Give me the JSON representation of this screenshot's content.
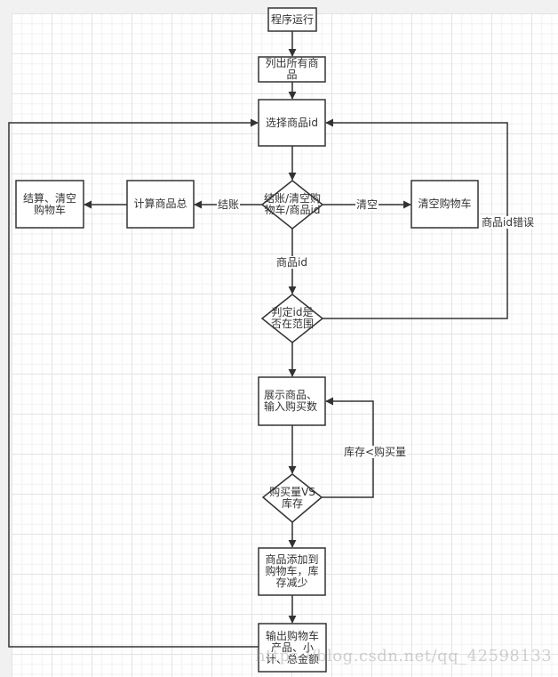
{
  "diagram": {
    "type": "flowchart",
    "nodes": {
      "start": {
        "label": "程序运行",
        "shape": "rect"
      },
      "list_products": {
        "label": "列出所有商品",
        "shape": "rect"
      },
      "select_id": {
        "label": "选择商品id",
        "shape": "rect"
      },
      "decision_action": {
        "label": "结账/清空购物车/商品id",
        "shape": "diamond"
      },
      "calc_total": {
        "label": "计算商品总",
        "shape": "rect"
      },
      "checkout_clear": {
        "label": "结算、清空购物车",
        "shape": "rect"
      },
      "clear_cart": {
        "label": "清空购物车",
        "shape": "rect"
      },
      "decision_range": {
        "label": "判定id是否在范围",
        "shape": "diamond"
      },
      "show_product": {
        "label": "展示商品、输入购买数",
        "shape": "rect"
      },
      "decision_stock": {
        "label": "购买量VS库存",
        "shape": "diamond"
      },
      "add_to_cart": {
        "label": "商品添加到购物车，库存减少",
        "shape": "rect"
      },
      "output_cart": {
        "label": "输出购物车产品、小计、总金额",
        "shape": "rect"
      }
    },
    "edge_labels": {
      "checkout": "结账",
      "clear": "清空",
      "product_id": "商品id",
      "id_error": "商品id错误",
      "stock_less": "库存<购买量"
    },
    "edges": [
      {
        "from": "start",
        "to": "list_products",
        "label": ""
      },
      {
        "from": "list_products",
        "to": "select_id",
        "label": ""
      },
      {
        "from": "select_id",
        "to": "decision_action",
        "label": ""
      },
      {
        "from": "decision_action",
        "to": "calc_total",
        "label": "结账"
      },
      {
        "from": "calc_total",
        "to": "checkout_clear",
        "label": ""
      },
      {
        "from": "decision_action",
        "to": "clear_cart",
        "label": "清空"
      },
      {
        "from": "decision_action",
        "to": "decision_range",
        "label": "商品id"
      },
      {
        "from": "decision_range",
        "to": "select_id",
        "label": "商品id错误"
      },
      {
        "from": "decision_range",
        "to": "show_product",
        "label": ""
      },
      {
        "from": "show_product",
        "to": "decision_stock",
        "label": ""
      },
      {
        "from": "decision_stock",
        "to": "show_product",
        "label": "库存<购买量"
      },
      {
        "from": "decision_stock",
        "to": "add_to_cart",
        "label": ""
      },
      {
        "from": "add_to_cart",
        "to": "output_cart",
        "label": ""
      },
      {
        "from": "output_cart",
        "to": "select_id",
        "label": ""
      }
    ],
    "colors": {
      "stroke": "#333333",
      "node_fill": "#ffffff",
      "text": "#333333"
    }
  },
  "watermark": "https://blog.csdn.net/qq_42598133"
}
